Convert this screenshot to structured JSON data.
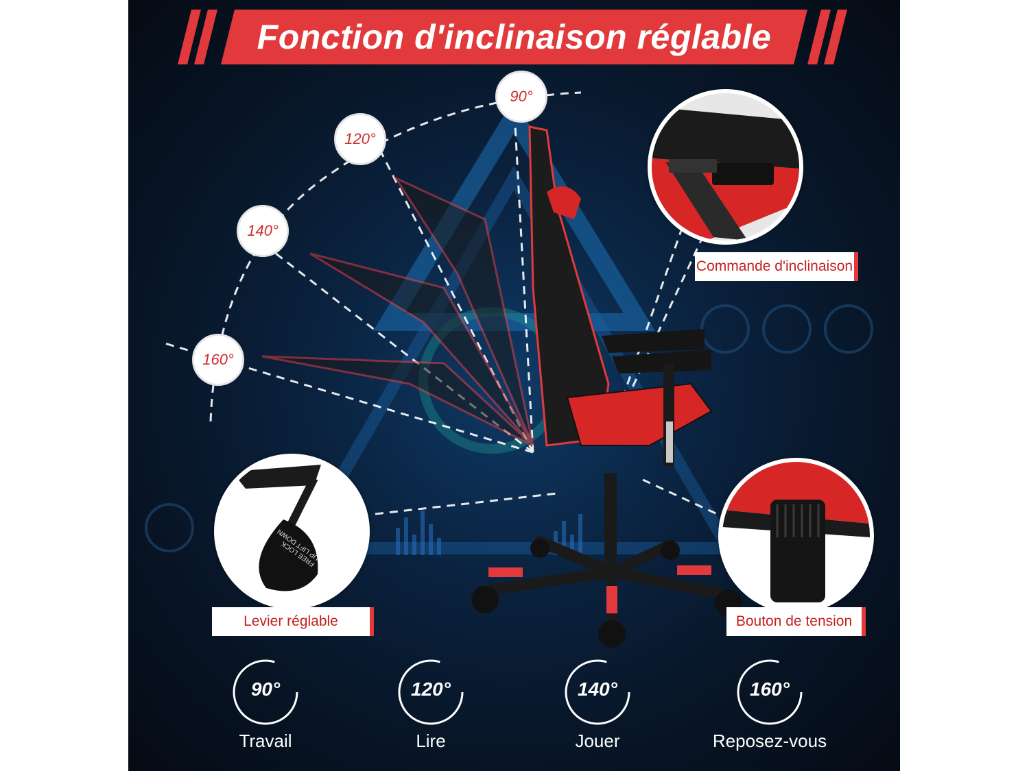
{
  "title": "Fonction d'inclinaison réglable",
  "angles": [
    "90°",
    "120°",
    "140°",
    "160°"
  ],
  "details": {
    "recline_control": "Commande d'inclinaison",
    "adjustable_lever": "Levier réglable",
    "tension_knob": "Bouton de tension"
  },
  "lever_text": [
    "FREE",
    "LOCK",
    "UP",
    "LIFT",
    "DOWN"
  ],
  "modes": [
    {
      "deg": "90°",
      "label": "Travail"
    },
    {
      "deg": "120°",
      "label": "Lire"
    },
    {
      "deg": "140°",
      "label": "Jouer"
    },
    {
      "deg": "160°",
      "label": "Reposez-vous"
    }
  ],
  "colors": {
    "accent": "#e23a3c",
    "label_text": "#c3201f",
    "background": "#0a2340"
  }
}
